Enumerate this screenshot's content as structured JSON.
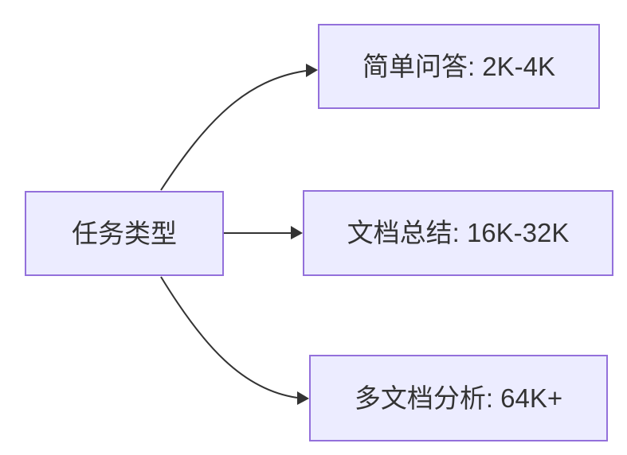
{
  "diagram": {
    "type": "flowchart",
    "direction": "left-to-right",
    "root_node": {
      "id": "task-type",
      "label": "任务类型"
    },
    "branch_nodes": [
      {
        "id": "simple-qa",
        "label": "简单问答: 2K-4K"
      },
      {
        "id": "doc-summary",
        "label": "文档总结: 16K-32K"
      },
      {
        "id": "multi-doc-analysis",
        "label": "多文档分析: 64K+"
      }
    ],
    "edges": [
      {
        "from": "task-type",
        "to": "simple-qa"
      },
      {
        "from": "task-type",
        "to": "doc-summary"
      },
      {
        "from": "task-type",
        "to": "multi-doc-analysis"
      }
    ],
    "colors": {
      "node_fill": "#ECECFF",
      "node_border": "#9370DB",
      "edge_stroke": "#333333",
      "text": "#333333",
      "background": "#FFFFFF"
    }
  }
}
